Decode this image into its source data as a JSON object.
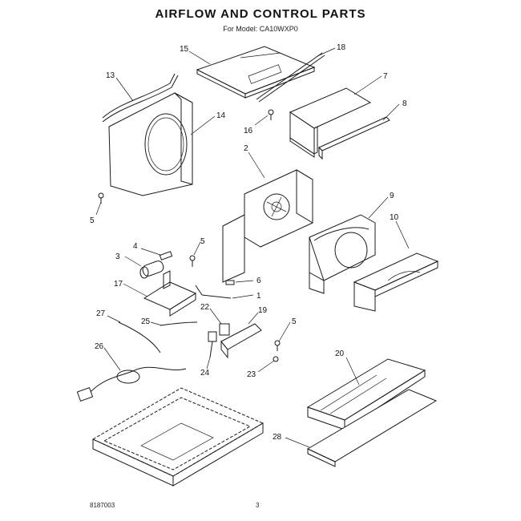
{
  "header": {
    "title": "AIRFLOW AND CONTROL PARTS",
    "subtitle": "For Model: CA10WXP0"
  },
  "footer": {
    "code": "8187003",
    "page": "3"
  },
  "callouts": [
    {
      "id": "c15",
      "label": "15"
    },
    {
      "id": "c18",
      "label": "18"
    },
    {
      "id": "c13",
      "label": "13"
    },
    {
      "id": "c7",
      "label": "7"
    },
    {
      "id": "c8",
      "label": "8"
    },
    {
      "id": "c14",
      "label": "14"
    },
    {
      "id": "c16",
      "label": "16"
    },
    {
      "id": "c2",
      "label": "2"
    },
    {
      "id": "c5a",
      "label": "5"
    },
    {
      "id": "c9",
      "label": "9"
    },
    {
      "id": "c10",
      "label": "10"
    },
    {
      "id": "c4",
      "label": "4"
    },
    {
      "id": "c5b",
      "label": "5"
    },
    {
      "id": "c3",
      "label": "3"
    },
    {
      "id": "c6",
      "label": "6"
    },
    {
      "id": "c17",
      "label": "17"
    },
    {
      "id": "c1",
      "label": "1"
    },
    {
      "id": "c22",
      "label": "22"
    },
    {
      "id": "c19",
      "label": "19"
    },
    {
      "id": "c27",
      "label": "27"
    },
    {
      "id": "c25",
      "label": "25"
    },
    {
      "id": "c5c",
      "label": "5"
    },
    {
      "id": "c26",
      "label": "26"
    },
    {
      "id": "c24",
      "label": "24"
    },
    {
      "id": "c23",
      "label": "23"
    },
    {
      "id": "c20",
      "label": "20"
    },
    {
      "id": "c28",
      "label": "28"
    }
  ]
}
